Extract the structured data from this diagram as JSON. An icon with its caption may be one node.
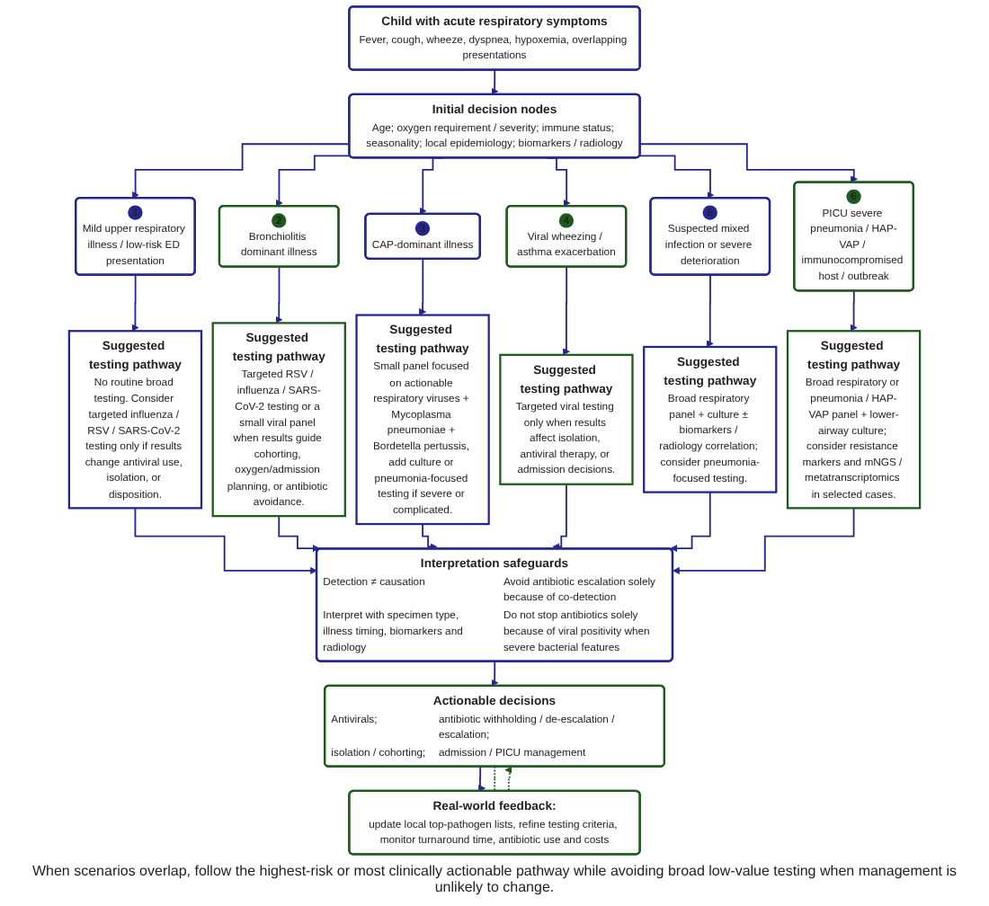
{
  "diagram": {
    "caption": "When scenarios overlap, follow the highest-risk or most clinically actionable pathway while avoiding broad low-value testing when management is unlikely to change.",
    "nodes": [
      {
        "text": [
          "Child with acute respiratory symptoms",
          "Fever, cough, wheeze, dyspnea, hypoxemia, overlapping presentations"
        ]
      },
      {
        "text": [
          "Initial decision nodes",
          "Age; oxygen requirement / severity; immune status; seasonality; local epidemiology; biomarkers / radiology"
        ]
      },
      {
        "text": [
          "1",
          "Mild upper respiratory illness / low-risk ED presentation"
        ]
      },
      {
        "text": [
          "Suggested testing pathway",
          "No routine broad testing. Consider targeted influenza / RSV / SARS-CoV-2 testing only if results change antiviral use, isolation, or disposition."
        ]
      },
      {
        "text": [
          "2",
          "Bronchiolitis dominant illness"
        ]
      },
      {
        "text": [
          "Suggested testing pathway",
          "Targeted RSV / influenza / SARS-CoV-2 testing or a small viral panel when results guide cohorting, oxygen/admission planning, or antibiotic avoidance."
        ]
      },
      {
        "text": [
          "3",
          "CAP-dominant illness"
        ]
      },
      {
        "text": [
          "Suggested testing pathway",
          "Small panel focused on actionable respiratory viruses + Mycoplasma pneumoniae + Bordetella pertussis, add culture or pneumonia-focused testing if severe or complicated."
        ]
      },
      {
        "text": [
          "4",
          "Viral wheezing / asthma exacerbation"
        ]
      },
      {
        "text": [
          "Suggested testing pathway",
          "Targeted viral testing only when results affect isolation, antiviral therapy, or admission decisions."
        ]
      },
      {
        "text": [
          "5",
          "Suspected mixed infection or severe deterioration"
        ]
      },
      {
        "text": [
          "Suggested testing pathway",
          "Broad respiratory panel + culture ± biomarkers / radiology correlation; consider pneumonia-focused testing."
        ]
      },
      {
        "text": [
          "6",
          "PICU severe pneumonia / HAP-VAP / immunocompromised host / outbreak"
        ]
      },
      {
        "text": [
          "Suggested testing pathway",
          "Broad respiratory or pneumonia / HAP-VAP panel + lower-airway culture; consider resistance markers and mNGS / metatranscriptomics in selected cases."
        ]
      },
      {
        "text": [
          "Interpretation safeguards",
          "Detection ≠ causation",
          "Interpret with specimen type, illness timing, biomarkers and radiology",
          "Avoid antibiotic escalation solely because of co-detection",
          "Do not stop antibiotics solely because of viral positivity when severe bacterial features"
        ]
      },
      {
        "text": [
          "Actionable decisions",
          "Antivirals;",
          "isolation / cohorting;",
          "antibiotic withholding / de-escalation / escalation;",
          "admission / PICU management"
        ]
      },
      {
        "text": [
          "Real-world feedback:",
          "update local top-pathogen lists, refine testing criteria, monitor turnaround time, antibiotic use and costs"
        ]
      }
    ],
    "edges": [
      {
        "from": 0,
        "to": 1,
        "arrow": "to"
      },
      {
        "from": 1,
        "to": 2,
        "arrow": "to"
      },
      {
        "from": 1,
        "to": 4,
        "arrow": "to"
      },
      {
        "from": 1,
        "to": 6,
        "arrow": "to"
      },
      {
        "from": 1,
        "to": 8,
        "arrow": "to"
      },
      {
        "from": 1,
        "to": 10,
        "arrow": "to"
      },
      {
        "from": 1,
        "to": 12,
        "arrow": "to"
      },
      {
        "from": 2,
        "to": 3,
        "arrow": "to"
      },
      {
        "from": 4,
        "to": 5,
        "arrow": "to"
      },
      {
        "from": 6,
        "to": 7,
        "arrow": "to"
      },
      {
        "from": 8,
        "to": 9,
        "arrow": "to"
      },
      {
        "from": 10,
        "to": 11,
        "arrow": "to"
      },
      {
        "from": 12,
        "to": 13,
        "arrow": "to"
      },
      {
        "from": 3,
        "to": 14,
        "arrow": "to"
      },
      {
        "from": 5,
        "to": 14,
        "arrow": "to"
      },
      {
        "from": 7,
        "to": 14,
        "arrow": "to"
      },
      {
        "from": 9,
        "to": 14,
        "arrow": "to"
      },
      {
        "from": 11,
        "to": 14,
        "arrow": "to"
      },
      {
        "from": 13,
        "to": 14,
        "arrow": "to"
      },
      {
        "from": 14,
        "to": 15,
        "arrow": "to"
      },
      {
        "from": 15,
        "to": 16,
        "arrow": "to"
      },
      {
        "from": 15,
        "to": 16,
        "arrow": "none",
        "style": "dashed",
        "color": "#1e5a1e"
      },
      {
        "from": 16,
        "to": 15,
        "arrow": "to",
        "style": "dashed",
        "color": "#1e5a1e"
      }
    ]
  }
}
